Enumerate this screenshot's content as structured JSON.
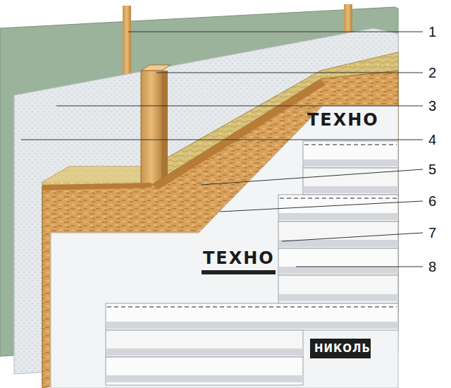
{
  "diagram": {
    "labels": [
      "1",
      "2",
      "3",
      "4",
      "5",
      "6",
      "7",
      "8",
      "ТЕХНО",
      "ТЕХНО",
      "НИКОЛЬ"
    ]
  }
}
